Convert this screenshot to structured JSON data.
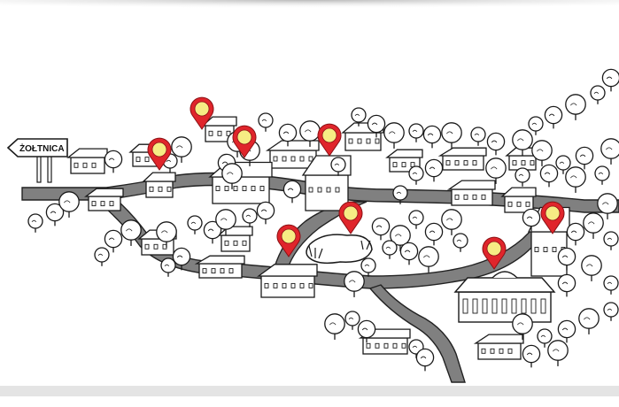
{
  "signpost": {
    "label": "ŻOŁTNICA"
  },
  "colors": {
    "road": "#808080",
    "road_edge": "#222222",
    "pin_red": "#e0252b",
    "pin_yellow": "#f6ec84",
    "ink": "#1a1a1a",
    "paper": "#ffffff",
    "pond": "#ffffff"
  },
  "markers": [
    {
      "name": "marker-pin",
      "icon": "map-pin-icon"
    },
    {
      "name": "marker-pin",
      "icon": "map-pin-icon"
    },
    {
      "name": "marker-pin",
      "icon": "map-pin-icon"
    },
    {
      "name": "marker-pin",
      "icon": "map-pin-icon"
    },
    {
      "name": "marker-pin",
      "icon": "map-pin-icon"
    },
    {
      "name": "marker-pin",
      "icon": "map-pin-icon"
    },
    {
      "name": "marker-pin",
      "icon": "map-pin-icon"
    },
    {
      "name": "marker-pin",
      "icon": "map-pin-icon"
    }
  ]
}
